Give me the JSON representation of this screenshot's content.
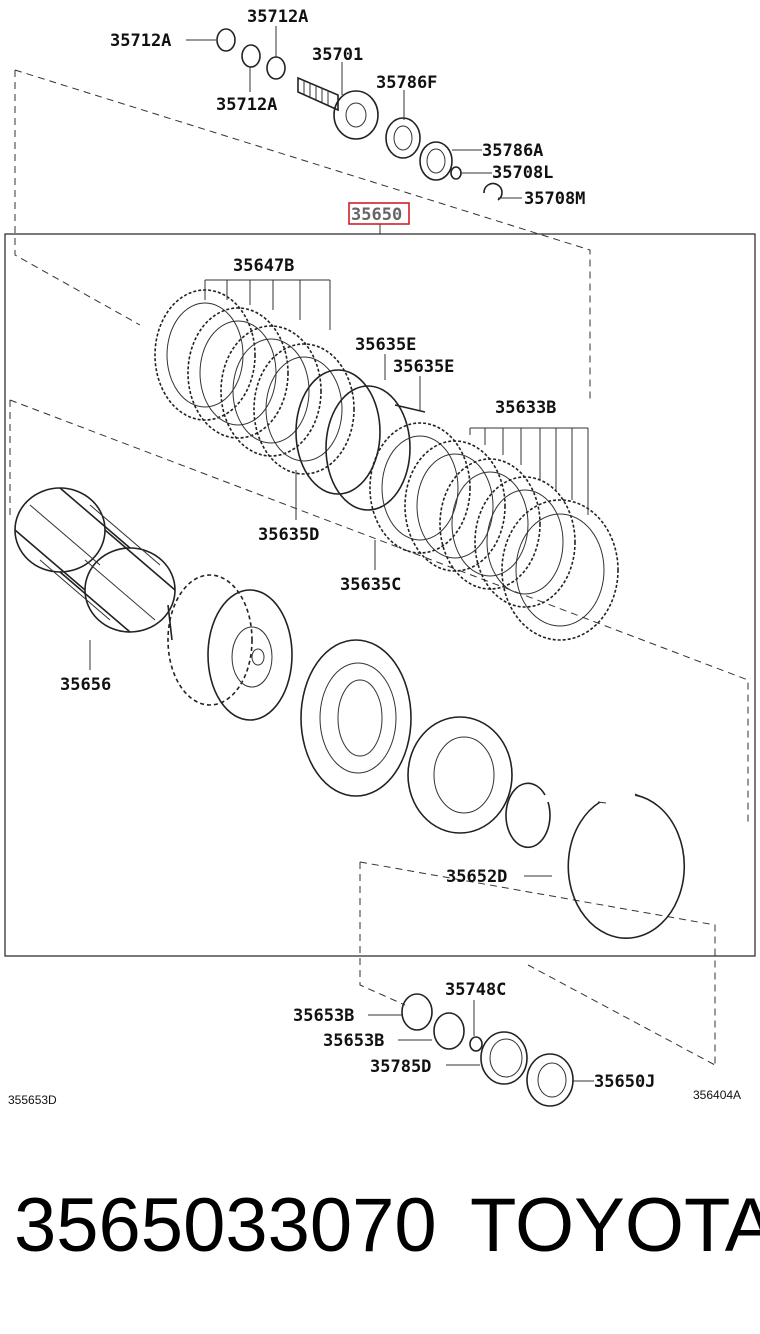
{
  "labels": {
    "p35712a_1": "35712A",
    "p35712a_2": "35712A",
    "p35712a_3": "35712A",
    "p35701": "35701",
    "p35786f": "35786F",
    "p35786a": "35786A",
    "p35708l": "35708L",
    "p35708m": "35708M",
    "p35650": "35650",
    "p35647b": "35647B",
    "p35635e_1": "35635E",
    "p35635e_2": "35635E",
    "p35633b": "35633B",
    "p35635d": "35635D",
    "p35635c": "35635C",
    "p35656": "35656",
    "p35652d": "35652D",
    "p35748c": "35748C",
    "p35653b_1": "35653B",
    "p35653b_2": "35653B",
    "p35785d": "35785D",
    "p35650j": "35650J"
  },
  "codes": {
    "left": "355653D",
    "right": "356404A"
  },
  "footer": {
    "part_number": "3565033070",
    "brand": "TOYOTA"
  },
  "colors": {
    "highlight": "#d0202a",
    "line": "#222222"
  }
}
